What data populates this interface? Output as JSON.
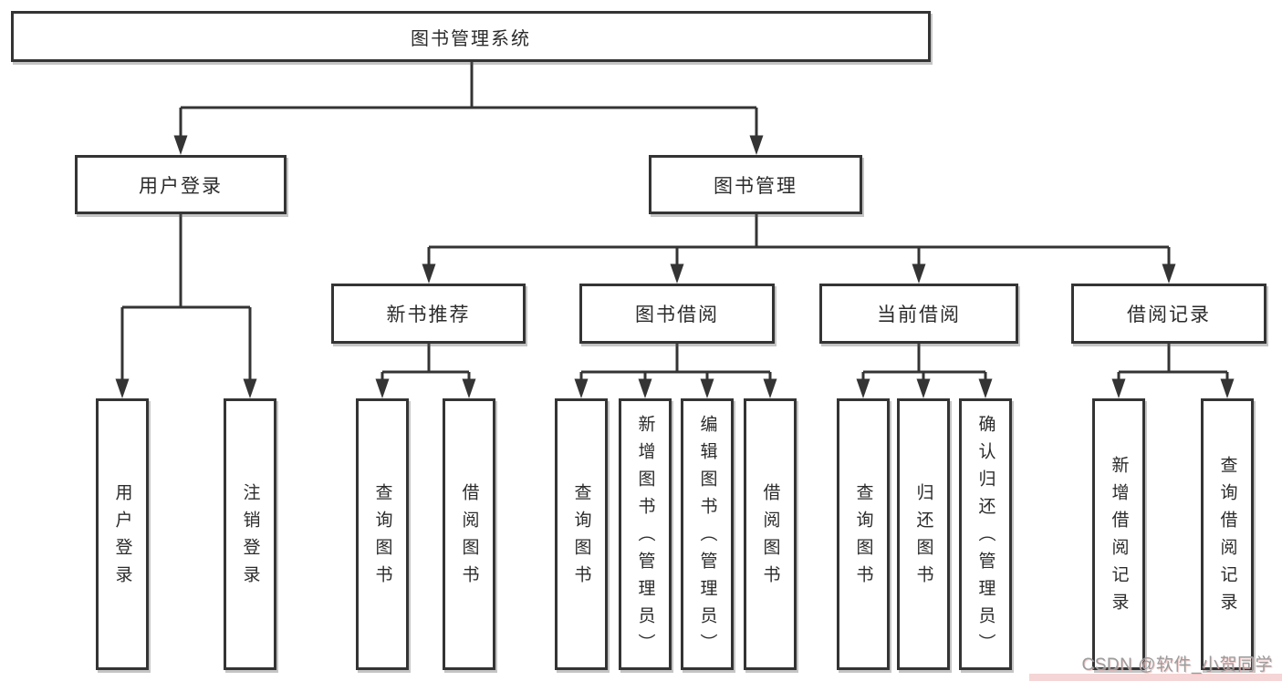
{
  "nodes": {
    "root": "图书管理系统",
    "user_login_group": "用户登录",
    "book_management": "图书管理",
    "new_book_recommend": "新书推荐",
    "book_borrow": "图书借阅",
    "current_borrow": "当前借阅",
    "borrow_records": "借阅记录",
    "leaf_user_login": "用户登录",
    "leaf_logout": "注销登录",
    "leaf_nbr_query": "查询图书",
    "leaf_nbr_borrow": "借阅图书",
    "leaf_bb_query": "查询图书",
    "leaf_bb_add": "新增图书（管理员）",
    "leaf_bb_edit": "编辑图书（管理员）",
    "leaf_bb_borrow": "借阅图书",
    "leaf_cb_query": "查询图书",
    "leaf_cb_return": "归还图书",
    "leaf_cb_confirm": "确认归还（管理员）",
    "leaf_rec_add": "新增借阅记录",
    "leaf_rec_query": "查询借阅记录"
  },
  "watermark": "CSDN @软件_小贺同学",
  "colors": {
    "line": "#343434",
    "box_border": "#343434",
    "box_fill": "#ffffff",
    "watermark_text": "#9c9c9c",
    "watermark_accent": "#f2caca"
  }
}
